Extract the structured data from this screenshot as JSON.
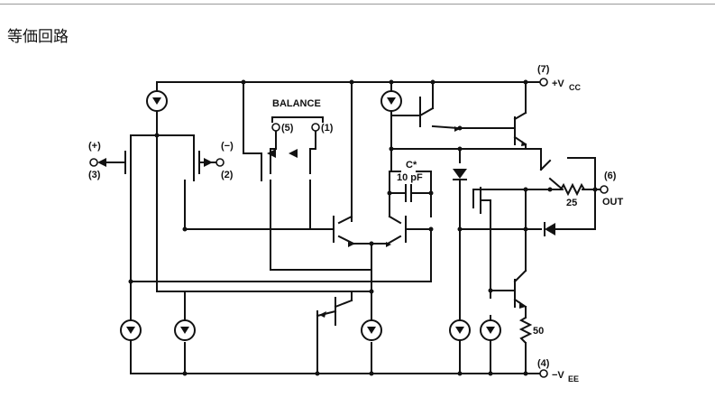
{
  "page": {
    "heading": "等価回路"
  },
  "pins": {
    "vcc_num": "(7)",
    "vcc_name": "+V",
    "vcc_sub": "CC",
    "vee_num": "(4)",
    "vee_name": "−V",
    "vee_sub": "EE",
    "plus_sign": "(+)",
    "plus_num": "(3)",
    "minus_sign": "(−)",
    "minus_num": "(2)",
    "out_num": "(6)",
    "out_name": "OUT"
  },
  "labels": {
    "balance": "BALANCE",
    "bal5": "(5)",
    "bal1": "(1)",
    "c_star": "C*",
    "cap_value": "10 pF",
    "r25": "25",
    "r50": "50"
  }
}
